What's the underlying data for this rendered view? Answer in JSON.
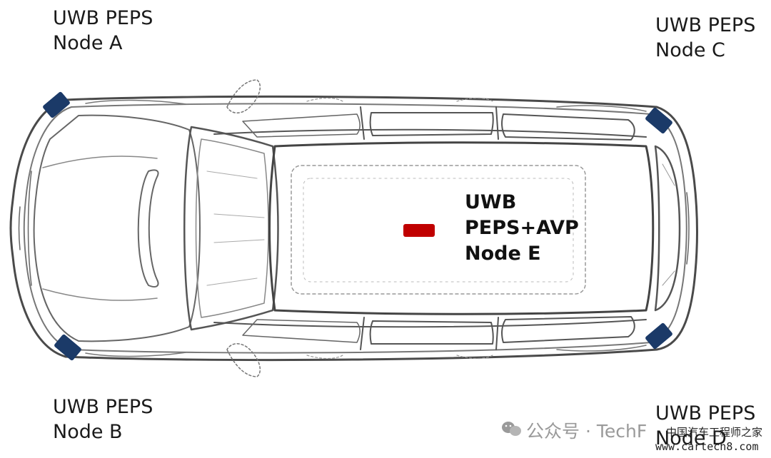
{
  "labels": {
    "node_a": [
      "UWB PEPS",
      "Node A"
    ],
    "node_b": [
      "UWB PEPS",
      "Node B"
    ],
    "node_c": [
      "UWB PEPS",
      "Node C"
    ],
    "node_d": [
      "UWB PEPS",
      "Node D"
    ],
    "node_e": [
      "UWB",
      "PEPS+AVP",
      "Node E"
    ]
  },
  "watermark": {
    "platform": "公众号 · TechF",
    "site_cn": "中国汽车工程师之家",
    "site_url": "www.cartech8.com"
  },
  "colors": {
    "corner_node": "#1b3a68",
    "center_node": "#c00000",
    "outline": "#5a5a5a"
  },
  "icons": [
    "wechat-icon"
  ]
}
